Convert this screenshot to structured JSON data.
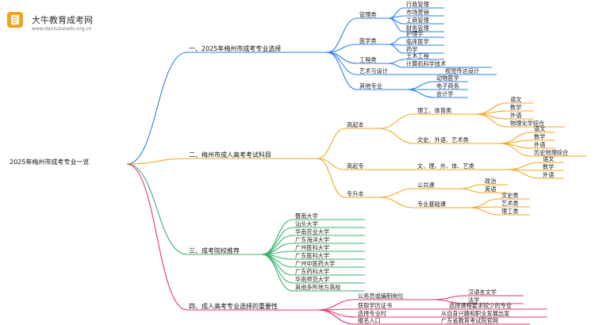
{
  "brand": {
    "name": "大牛教育成考网",
    "url": "www.daniuzuoedu.org.cn"
  },
  "root": "2025年梅州市成考专业一览",
  "sections": {
    "s1": {
      "title": "一、2025年梅州市成考专业选择",
      "management": {
        "label": "管理类",
        "items": [
          "行政管理",
          "市场营销",
          "工商管理",
          "财务管理"
        ]
      },
      "medicine": {
        "label": "医学类",
        "items": [
          "护理学",
          "临床医学",
          "药学"
        ]
      },
      "engineering": {
        "label": "工程类",
        "items": [
          "土木工程",
          "计算机科学技术"
        ]
      },
      "art": {
        "label": "艺术与设计",
        "items": [
          "视觉传达设计"
        ]
      },
      "other": {
        "label": "其他专业",
        "items": [
          "动物医学",
          "电子商务",
          "会计学"
        ]
      }
    },
    "s2": {
      "title": "二、梅州市成人高考考试科目",
      "gqb": {
        "label": "高起本",
        "science": {
          "label": "理工、体育类",
          "items": [
            "语文",
            "数学",
            "外语",
            "物理化学综合"
          ]
        },
        "arts": {
          "label": "文史、外语、艺术类",
          "items": [
            "语文",
            "数学",
            "外语",
            "历史地理综合"
          ]
        }
      },
      "gqz": {
        "label": "高起专",
        "group": "文、理、外、体、艺类",
        "items": [
          "语文",
          "数学",
          "外语"
        ]
      },
      "zsb": {
        "label": "专升本",
        "public": {
          "label": "公共课",
          "items": [
            "政治",
            "英语"
          ]
        },
        "basic": {
          "label": "专业基础课",
          "items": [
            "文史类",
            "艺术类",
            "理工类"
          ]
        }
      }
    },
    "s3": {
      "title": "三、成考院校推荐",
      "items": [
        "暨南大学",
        "汕头大学",
        "华南农业大学",
        "广东海洋大学",
        "广州医科大学",
        "广东医科大学",
        "广州中医药大学",
        "广东药科大学",
        "华南师范大学",
        "其他多所地方高校"
      ]
    },
    "s4": {
      "title": "四、成人高考专业选择的重要性",
      "civil": {
        "label": "公务员或编制岗位",
        "items": [
          "汉语言文学",
          "法学"
        ]
      },
      "degree": {
        "label": "获取学历证书",
        "note": "选择课程要求较少的专业"
      },
      "time": {
        "label": "选择专业时",
        "note": "从自身兴趣和职业发展出发"
      },
      "entry": {
        "label": "报名入口",
        "note": "广东省教育考试院官网"
      }
    }
  },
  "colors": {
    "s1": "#2f80ed",
    "s2": "#f5a623",
    "s3": "#3cb371",
    "s4": "#e8336d"
  }
}
